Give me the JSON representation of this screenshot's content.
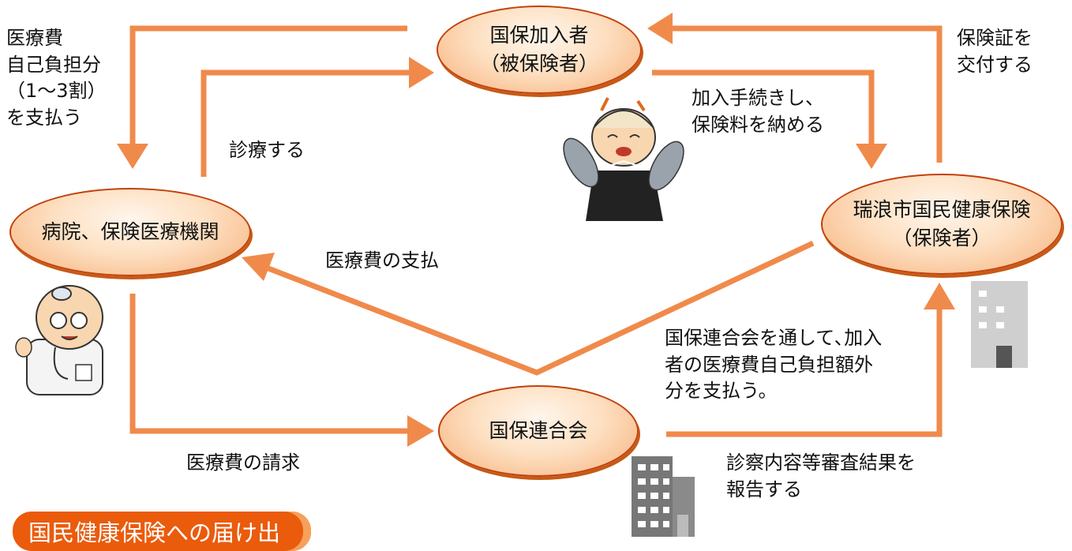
{
  "nodes": {
    "insured": {
      "line1": "国保加入者",
      "line2": "（被保険者）"
    },
    "hospital": {
      "line1": "病院、保険医療機関"
    },
    "city": {
      "line1": "瑞浪市国民健康保険",
      "line2": "（保険者）"
    },
    "union": {
      "line1": "国保連合会"
    }
  },
  "edges": {
    "pay_copay": {
      "line1": "医療費",
      "line2": "自己負担分",
      "line3": "（1～3割）",
      "line4": "を支払う"
    },
    "treat": {
      "line1": "診療する"
    },
    "enroll": {
      "line1": "加入手続きし、",
      "line2": "保険料を納める"
    },
    "issue_card": {
      "line1": "保険証を",
      "line2": "交付する"
    },
    "pay_medical": {
      "line1": "医療費の支払"
    },
    "union_pay": {
      "line1": "国保連合会を通して､加入",
      "line2": "者の医療費自己負担額外",
      "line3": "分を支払う。"
    },
    "claim": {
      "line1": "医療費の請求"
    },
    "report": {
      "line1": "診察内容等審査結果を",
      "line2": "報告する"
    }
  },
  "section_title": "国民健康保険への届け出",
  "colors": {
    "arrow": "#f08a4b",
    "node_border": "#c2410c",
    "badge": "#ea5b0c"
  }
}
